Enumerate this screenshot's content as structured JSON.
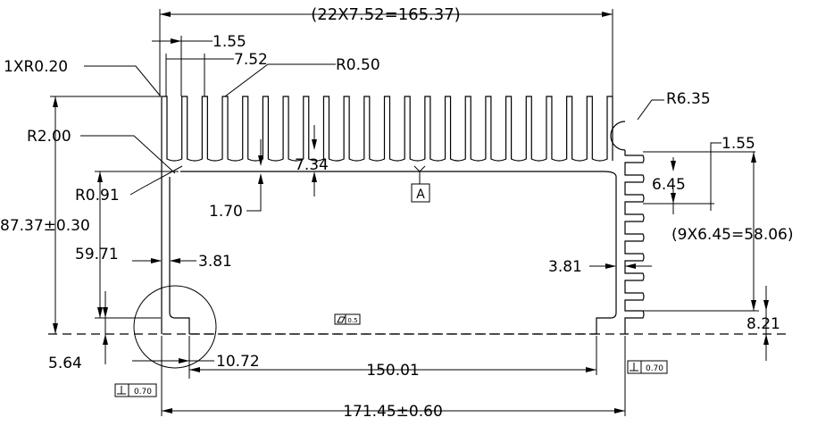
{
  "drawing": {
    "dimensions": {
      "overall_fin_pitch": "(22X7.52=165.37)",
      "fin_thickness": "1.55",
      "fin_pitch": "7.52",
      "tip_radius_label": "1XR0.20",
      "root_radius_label": "R0.50",
      "corner_radius_r2": "R2.00",
      "corner_radius_r091": "R0.91",
      "fin_depth": "7.34",
      "base_gap": "1.70",
      "side_radius": "R6.35",
      "side_fin_thickness": "1.55",
      "side_fin_pitch": "6.45",
      "side_fin_total": "(9X6.45=58.06)",
      "height": "87.37±0.30",
      "inner_height": "59.71",
      "wall_left": "3.81",
      "wall_right": "3.81",
      "bottom_offset": "5.64",
      "left_flange": "10.72",
      "inner_width": "150.01",
      "overall_width": "171.45±0.60",
      "side_bottom": "8.21"
    },
    "datum": {
      "label": "A"
    },
    "tolerances": {
      "flatness": "0.5",
      "perp_bottom_left": "0.70",
      "perp_bottom_right": "0.70"
    }
  }
}
